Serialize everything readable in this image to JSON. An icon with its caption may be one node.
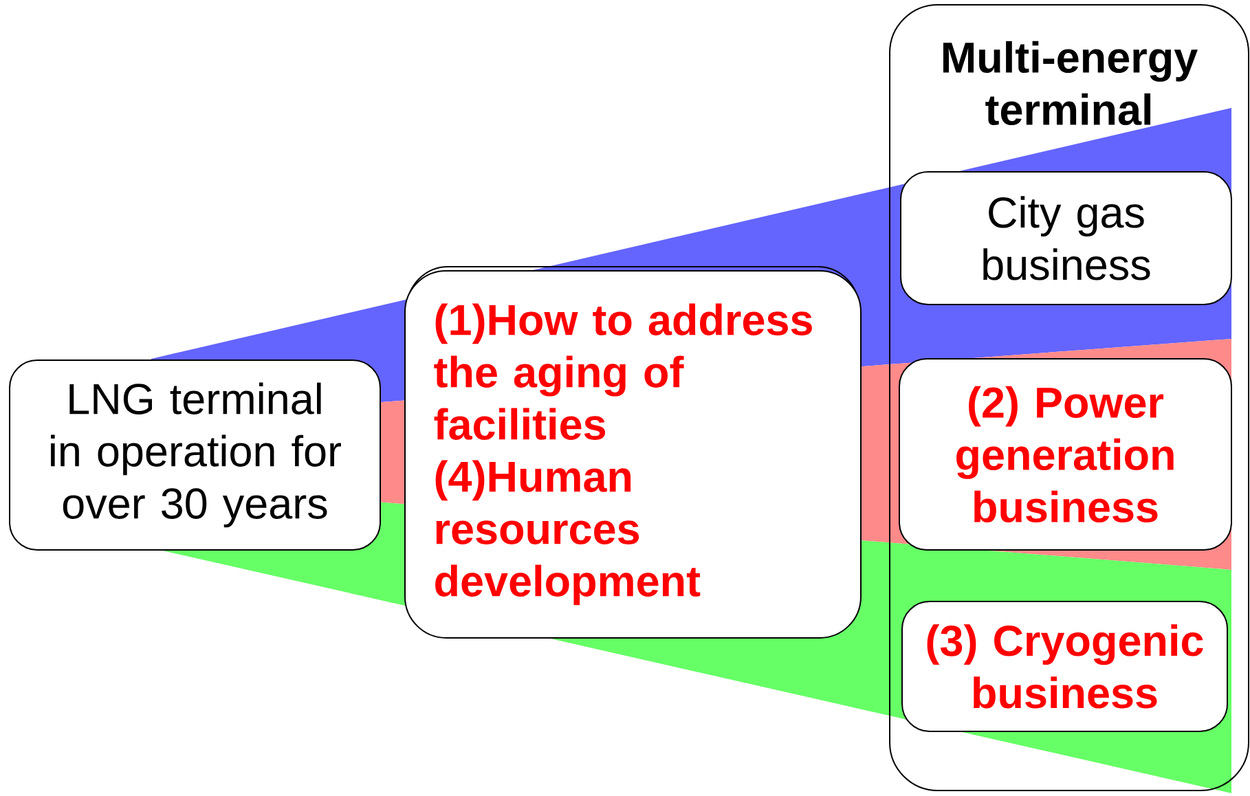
{
  "diagram": {
    "nodes": [
      {
        "text": [
          "Multi-energy terminal"
        ]
      },
      {
        "text": [
          "LNG terminal in operation for over 30 years"
        ]
      },
      {
        "text": [
          "(1)How to address the aging of facilities",
          "(4)Human resources development"
        ]
      },
      {
        "text": [
          "City gas business"
        ],
        "in": 0
      },
      {
        "text": [
          "(2) Power generation business"
        ],
        "in": 0
      },
      {
        "text": [
          "(3) Cryogenic business"
        ],
        "in": 0
      }
    ]
  }
}
